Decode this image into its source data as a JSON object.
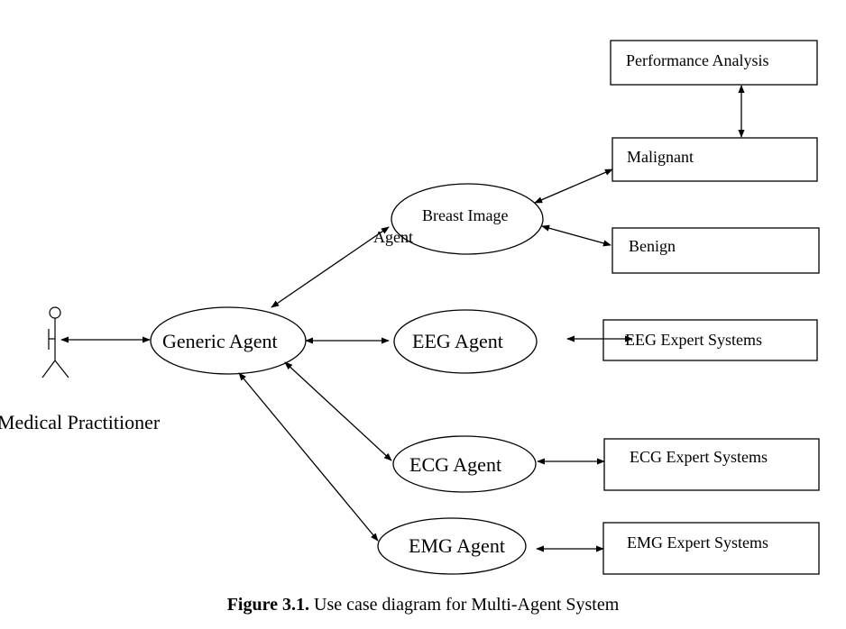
{
  "actor": {
    "label": "Medical Practitioner"
  },
  "agents": {
    "generic": "Generic Agent",
    "breast_line1": "Breast Image",
    "breast_line2": "Agent",
    "eeg": "EEG Agent",
    "ecg": "ECG Agent",
    "emg": "EMG Agent"
  },
  "boxes": {
    "performance": "Performance Analysis",
    "malignant": "Malignant",
    "benign": "Benign",
    "eeg_expert": "EEG Expert Systems",
    "ecg_expert": "ECG Expert Systems",
    "emg_expert": "EMG Expert Systems"
  },
  "caption": {
    "label": "Figure 3.1.",
    "text": " Use case diagram for Multi-Agent System"
  },
  "colors": {
    "stroke": "#000000",
    "background": "#ffffff"
  }
}
